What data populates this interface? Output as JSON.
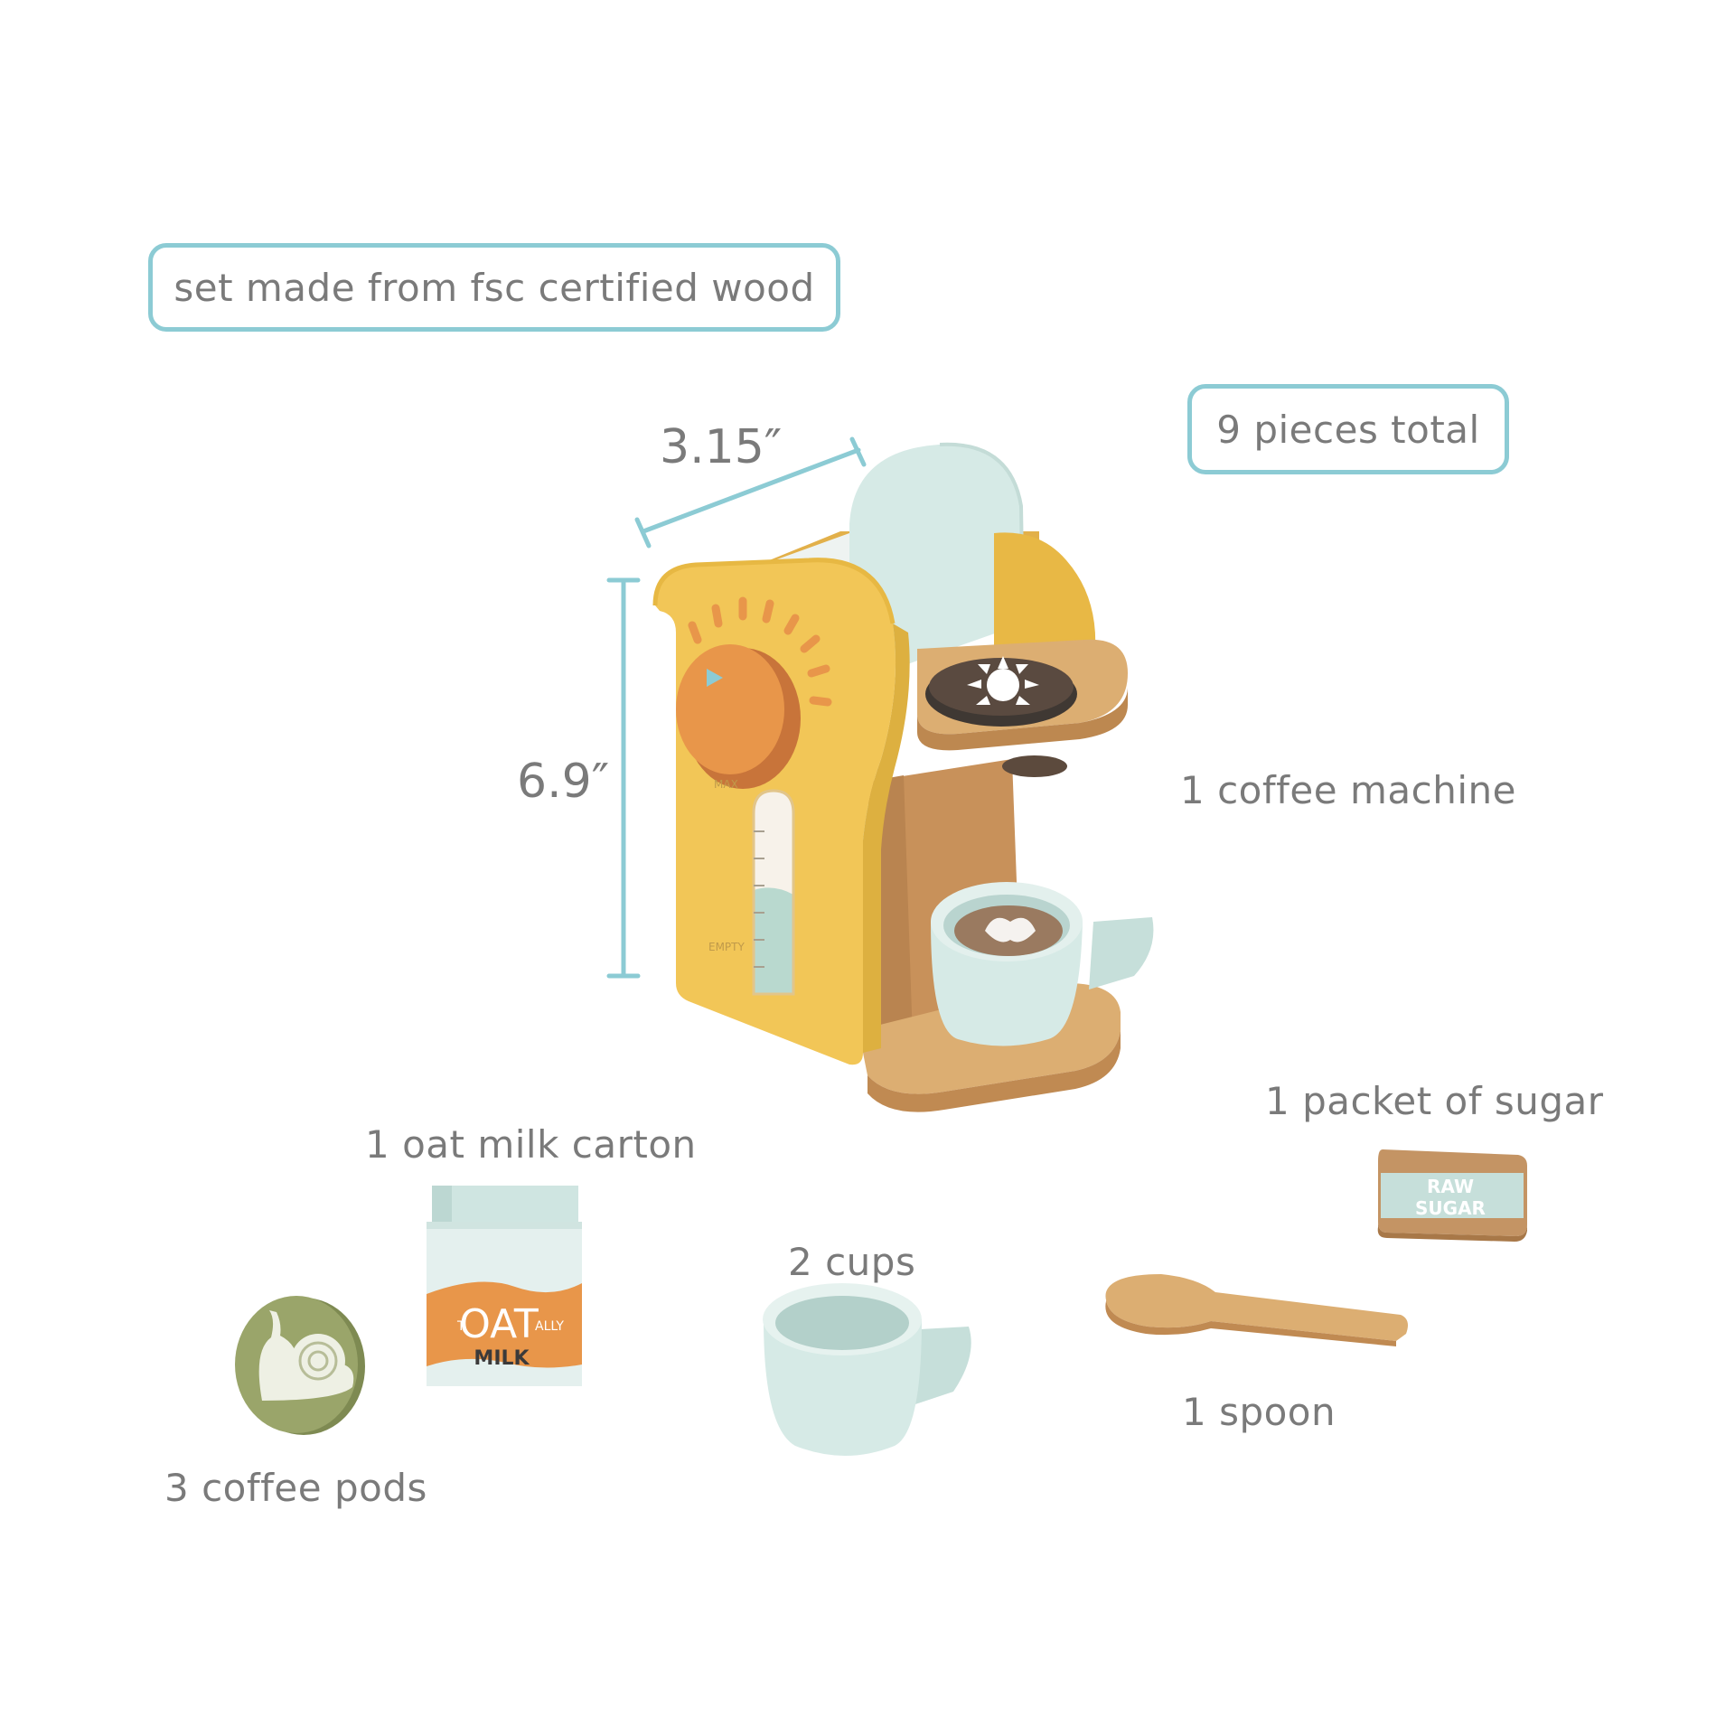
{
  "badges": {
    "material": "set made from fsc certified wood",
    "total": "9 pieces total"
  },
  "dimensions": {
    "width": "3.15″",
    "height": "6.9″"
  },
  "pieces": [
    {
      "label": "1 coffee machine"
    },
    {
      "label": "1 packet of sugar"
    },
    {
      "label": "1 oat milk carton"
    },
    {
      "label": "2 cups"
    },
    {
      "label": "1 spoon"
    },
    {
      "label": "3 coffee pods"
    }
  ],
  "product_print": {
    "milk_carton": [
      "T",
      "OAT",
      "ALLY",
      "MILK"
    ],
    "sugar_packet": [
      "RAW",
      "SUGAR"
    ],
    "tank_marks": [
      "MAX",
      "EMPTY"
    ]
  },
  "colors": {
    "accent_outline": "#8ccbd4",
    "text_gray": "#7a7a7a",
    "machine_yellow": "#f2c657",
    "wood": "#dcae72",
    "mint": "#cfe5e1",
    "knob_orange": "#e8964a",
    "pod_olive": "#9aa56a"
  }
}
